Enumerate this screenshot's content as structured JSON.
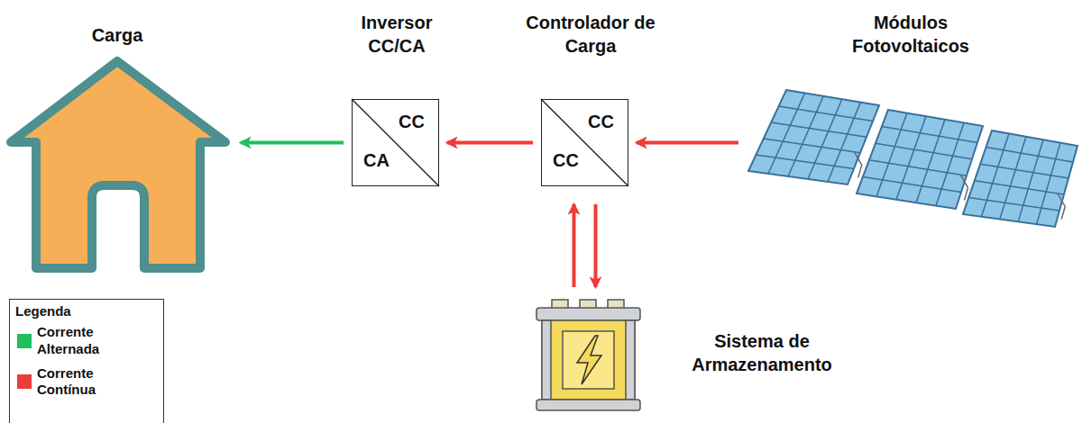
{
  "diagram": {
    "nodes": [
      {
        "text": [
          "Carga"
        ]
      },
      {
        "text": [
          "Inversor CC/CA",
          "CC",
          "CA"
        ]
      },
      {
        "text": [
          "Controlador de Carga",
          "CC",
          "CC"
        ]
      },
      {
        "text": [
          "Módulos Fotovoltaicos"
        ]
      },
      {
        "text": [
          "Sistema de Armazenamento"
        ]
      }
    ],
    "edges": [
      {
        "from": 3,
        "to": 2,
        "arrow": "to"
      },
      {
        "from": 2,
        "to": 1,
        "arrow": "to"
      },
      {
        "from": 1,
        "to": 0,
        "arrow": "to"
      },
      {
        "from": 2,
        "to": 4,
        "arrow": "to"
      },
      {
        "from": 4,
        "to": 2,
        "arrow": "to"
      }
    ],
    "labels": [
      "Legenda"
    ],
    "legend": [
      {
        "text": "Corrente Alternada",
        "color": "#1fbf5a"
      },
      {
        "text": "Corrente Contínua",
        "color": "#ee3b3b"
      }
    ]
  }
}
